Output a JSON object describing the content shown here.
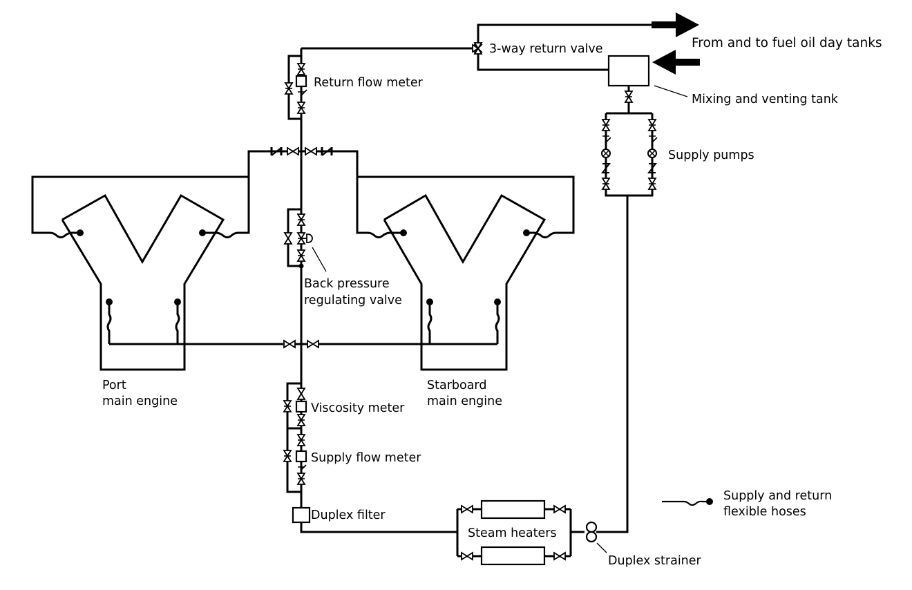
{
  "title": "Fuel oil supply system for twin main engines",
  "colors": {
    "line": "#000000",
    "background": "#ffffff"
  },
  "labels": {
    "return_valve": "3-way return valve",
    "day_tanks": "From and to fuel oil day tanks",
    "mixing_tank": "Mixing and venting tank",
    "return_flow_meter": "Return flow meter",
    "supply_pumps": "Supply pumps",
    "back_pressure_1": "Back pressure",
    "back_pressure_2": "regulating valve",
    "port_engine_1": "Port",
    "port_engine_2": "main engine",
    "stbd_engine_1": "Starboard",
    "stbd_engine_2": "main engine",
    "viscosity_meter": "Viscosity meter",
    "supply_flow_meter": "Supply flow meter",
    "duplex_filter": "Duplex filter",
    "steam_heaters": "Steam heaters",
    "duplex_strainer": "Duplex strainer",
    "legend_1": "Supply and return",
    "legend_2": "flexible hoses"
  },
  "legend": [
    {
      "symbol": "flexible-hose-icon",
      "label": "Supply and return flexible hoses"
    }
  ],
  "components": [
    "3-way return valve",
    "Mixing and venting tank",
    "Return flow meter",
    "Supply pumps",
    "Back pressure regulating valve",
    "Port main engine",
    "Starboard main engine",
    "Viscosity meter",
    "Supply flow meter",
    "Duplex filter",
    "Steam heaters",
    "Duplex strainer"
  ]
}
